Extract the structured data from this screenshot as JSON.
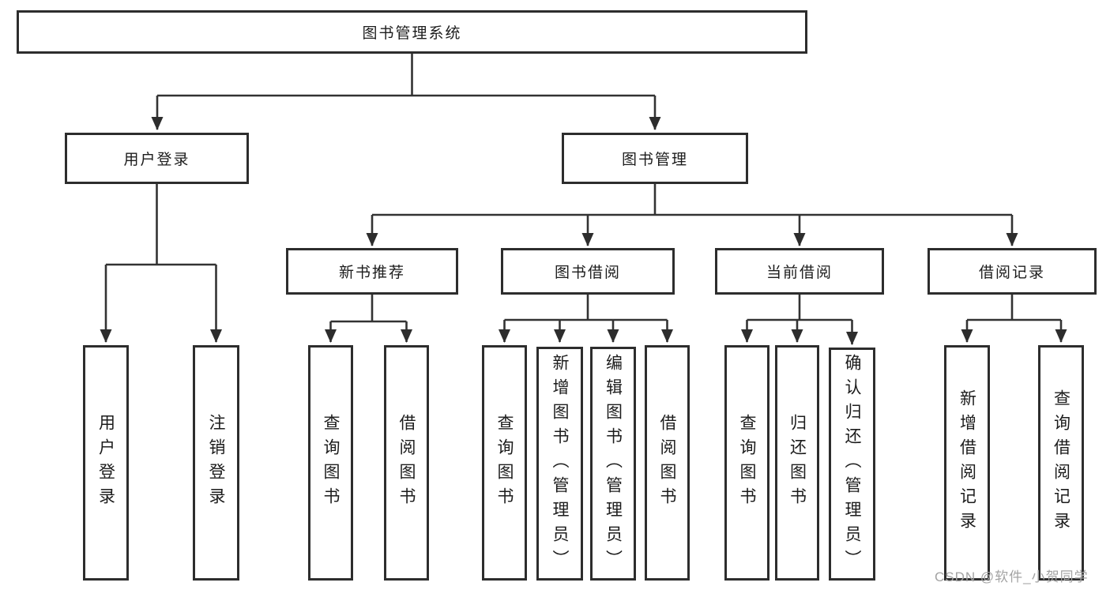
{
  "diagram": {
    "type": "hierarchy-tree",
    "watermark": "CSDN @软件_小贺同学",
    "colors": {
      "line": "#333333",
      "box_border": "#2d2d2d",
      "text": "#1c1c1c",
      "watermark": "#a3a3a3",
      "background": "#ffffff"
    },
    "tree": {
      "label": "图书管理系统",
      "children": [
        {
          "label": "用户登录",
          "children": [
            {
              "label": "用户登录"
            },
            {
              "label": "注销登录"
            }
          ]
        },
        {
          "label": "图书管理",
          "children": [
            {
              "label": "新书推荐",
              "children": [
                {
                  "label": "查询图书"
                },
                {
                  "label": "借阅图书"
                }
              ]
            },
            {
              "label": "图书借阅",
              "children": [
                {
                  "label": "查询图书"
                },
                {
                  "label": "新增图书（管理员）"
                },
                {
                  "label": "编辑图书（管理员）"
                },
                {
                  "label": "借阅图书"
                }
              ]
            },
            {
              "label": "当前借阅",
              "children": [
                {
                  "label": "查询图书"
                },
                {
                  "label": "归还图书"
                },
                {
                  "label": "确认归还（管理员）"
                }
              ]
            },
            {
              "label": "借阅记录",
              "children": [
                {
                  "label": "新增借阅记录"
                },
                {
                  "label": "查询借阅记录"
                }
              ]
            }
          ]
        }
      ]
    }
  }
}
